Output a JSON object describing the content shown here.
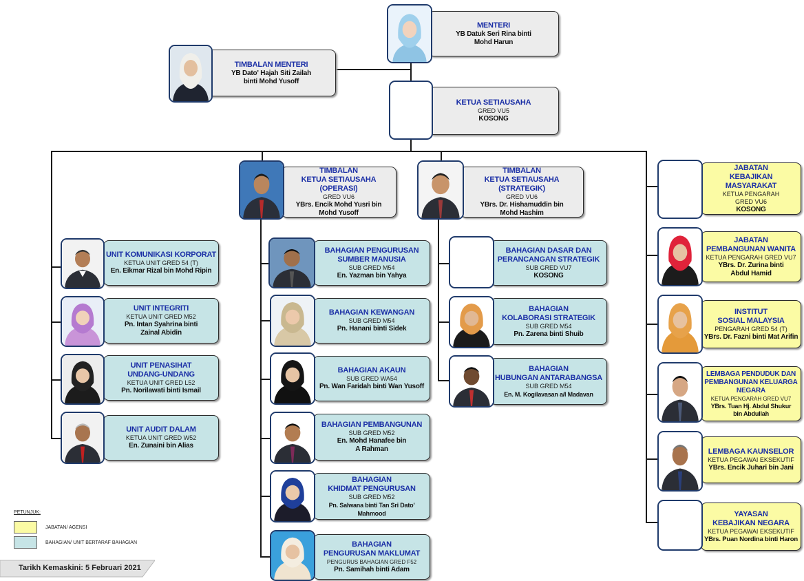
{
  "colors": {
    "title_blue": "#1b2fa6",
    "grey_box": "#ececec",
    "division_box": "#c6e4e6",
    "agency_box": "#fbfba4"
  },
  "nodes": {
    "menteri": {
      "title": "MENTERI",
      "grade": "",
      "name": "YB Datuk Seri Rina binti\nMohd Harun"
    },
    "timbalan_menteri": {
      "title": "TIMBALAN MENTERI",
      "grade": "",
      "name": "YB Dato' Hajah Siti Zailah\nbinti Mohd Yusoff"
    },
    "ketua_setiausaha": {
      "title": "KETUA SETIAUSAHA",
      "grade": "GRED VU5",
      "name": "KOSONG"
    },
    "tksu_operasi": {
      "title": "TIMBALAN\nKETUA SETIAUSAHA (OPERASI)",
      "grade": "GRED VU6",
      "name": "YBrs. Encik Mohd Yusri bin\nMohd Yusoff"
    },
    "tksu_strategik": {
      "title": "TIMBALAN\nKETUA SETIAUSAHA (STRATEGIK)",
      "grade": "GRED VU6",
      "name": "YBrs. Dr. Hishamuddin bin\nMohd Hashim"
    },
    "unit_komunikasi": {
      "title": "UNIT KOMUNIKASI KORPORAT",
      "grade": "KETUA UNIT GRED 54 (T)",
      "name": "En. Eikmar Rizal bin Mohd Ripin"
    },
    "unit_integriti": {
      "title": "UNIT INTEGRITI",
      "grade": "KETUA UNIT GRED M52",
      "name": "Pn. Intan Syahrina binti\nZainal Abidin"
    },
    "unit_penasihat": {
      "title": "UNIT PENASIHAT\nUNDANG-UNDANG",
      "grade": "KETUA UNIT GRED L52",
      "name": "Pn. Norilawati binti Ismail"
    },
    "unit_audit": {
      "title": "UNIT AUDIT DALAM",
      "grade": "KETUA UNIT GRED W52",
      "name": "En. Zunaini bin Alias"
    },
    "bhg_sumber_manusia": {
      "title": "BAHAGIAN PENGURUSAN\nSUMBER MANUSIA",
      "grade": "SUB GRED M54",
      "name": "En. Yazman bin Yahya"
    },
    "bhg_kewangan": {
      "title": "BAHAGIAN KEWANGAN",
      "grade": "SUB GRED M54",
      "name": "Pn. Hanani binti Sidek"
    },
    "bhg_akaun": {
      "title": "BAHAGIAN AKAUN",
      "grade": "SUB GRED WA54",
      "name": "Pn. Wan Faridah binti Wan Yusoff"
    },
    "bhg_pembangunan": {
      "title": "BAHAGIAN PEMBANGUNAN",
      "grade": "SUB GRED M52",
      "name": "En. Mohd Hanafee bin\nA Rahman"
    },
    "bhg_khidmat": {
      "title": "BAHAGIAN\nKHIDMAT PENGURUSAN",
      "grade": "SUB GRED M52",
      "name": "Pn. Salwana binti Tan Sri Dato' Mahmood"
    },
    "bhg_maklumat": {
      "title": "BAHAGIAN\nPENGURUSAN MAKLUMAT",
      "grade": "PENGURUS BAHAGIAN GRED F52",
      "name": "Pn. Samihah binti Adam"
    },
    "bhg_dasar": {
      "title": "BAHAGIAN DASAR DAN\nPERANCANGAN STRATEGIK",
      "grade": "SUB GRED VU7",
      "name": "KOSONG"
    },
    "bhg_kolaborasi": {
      "title": "BAHAGIAN\nKOLABORASI STRATEGIK",
      "grade": "SUB GRED M54",
      "name": "Pn. Zarena binti Shuib"
    },
    "bhg_antarabangsa": {
      "title": "BAHAGIAN\nHUBUNGAN ANTARABANGSA",
      "grade": "SUB GRED M54",
      "name": "En. M. Kogilavasan a/l Madavan"
    },
    "jab_kebajikan": {
      "title": "JABATAN\nKEBAJIKAN MASYARAKAT",
      "grade": "KETUA PENGARAH\nGRED VU6",
      "name": "KOSONG"
    },
    "jab_wanita": {
      "title": "JABATAN\nPEMBANGUNAN WANITA",
      "grade": "KETUA PENGARAH GRED VU7",
      "name": "YBrs. Dr. Zurina binti\nAbdul Hamid"
    },
    "institut_sosial": {
      "title": "INSTITUT\nSOSIAL MALAYSIA",
      "grade": "PENGARAH GRED 54 (T)",
      "name": "YBrs. Dr. Fazni binti Mat Arifin"
    },
    "lppkn": {
      "title": "LEMBAGA PENDUDUK DAN\nPEMBANGUNAN KELUARGA\nNEGARA",
      "grade": "KETUA PENGARAH  GRED VU7",
      "name": "YBrs. Tuan Hj. Abdul Shukur\nbin Abdullah"
    },
    "lembaga_kaunselor": {
      "title": "LEMBAGA KAUNSELOR",
      "grade": "KETUA PEGAWAI EKSEKUTIF",
      "name": "YBrs. Encik Juhari bin Jani"
    },
    "yayasan": {
      "title": "YAYASAN\nKEBAJIKAN NEGARA",
      "grade": "KETUA PEGAWAI EKSEKUTIF",
      "name": "YBrs. Puan Nordina binti Haron"
    }
  },
  "legend": {
    "heading": "PETUNJUK:",
    "agency": "JABATAN/ AGENSI",
    "division": "BAHAGIAN/ UNIT BERTARAF BAHAGIAN"
  },
  "footer": {
    "updated": "Tarikh Kemaskini: 5 Februari 2021"
  }
}
